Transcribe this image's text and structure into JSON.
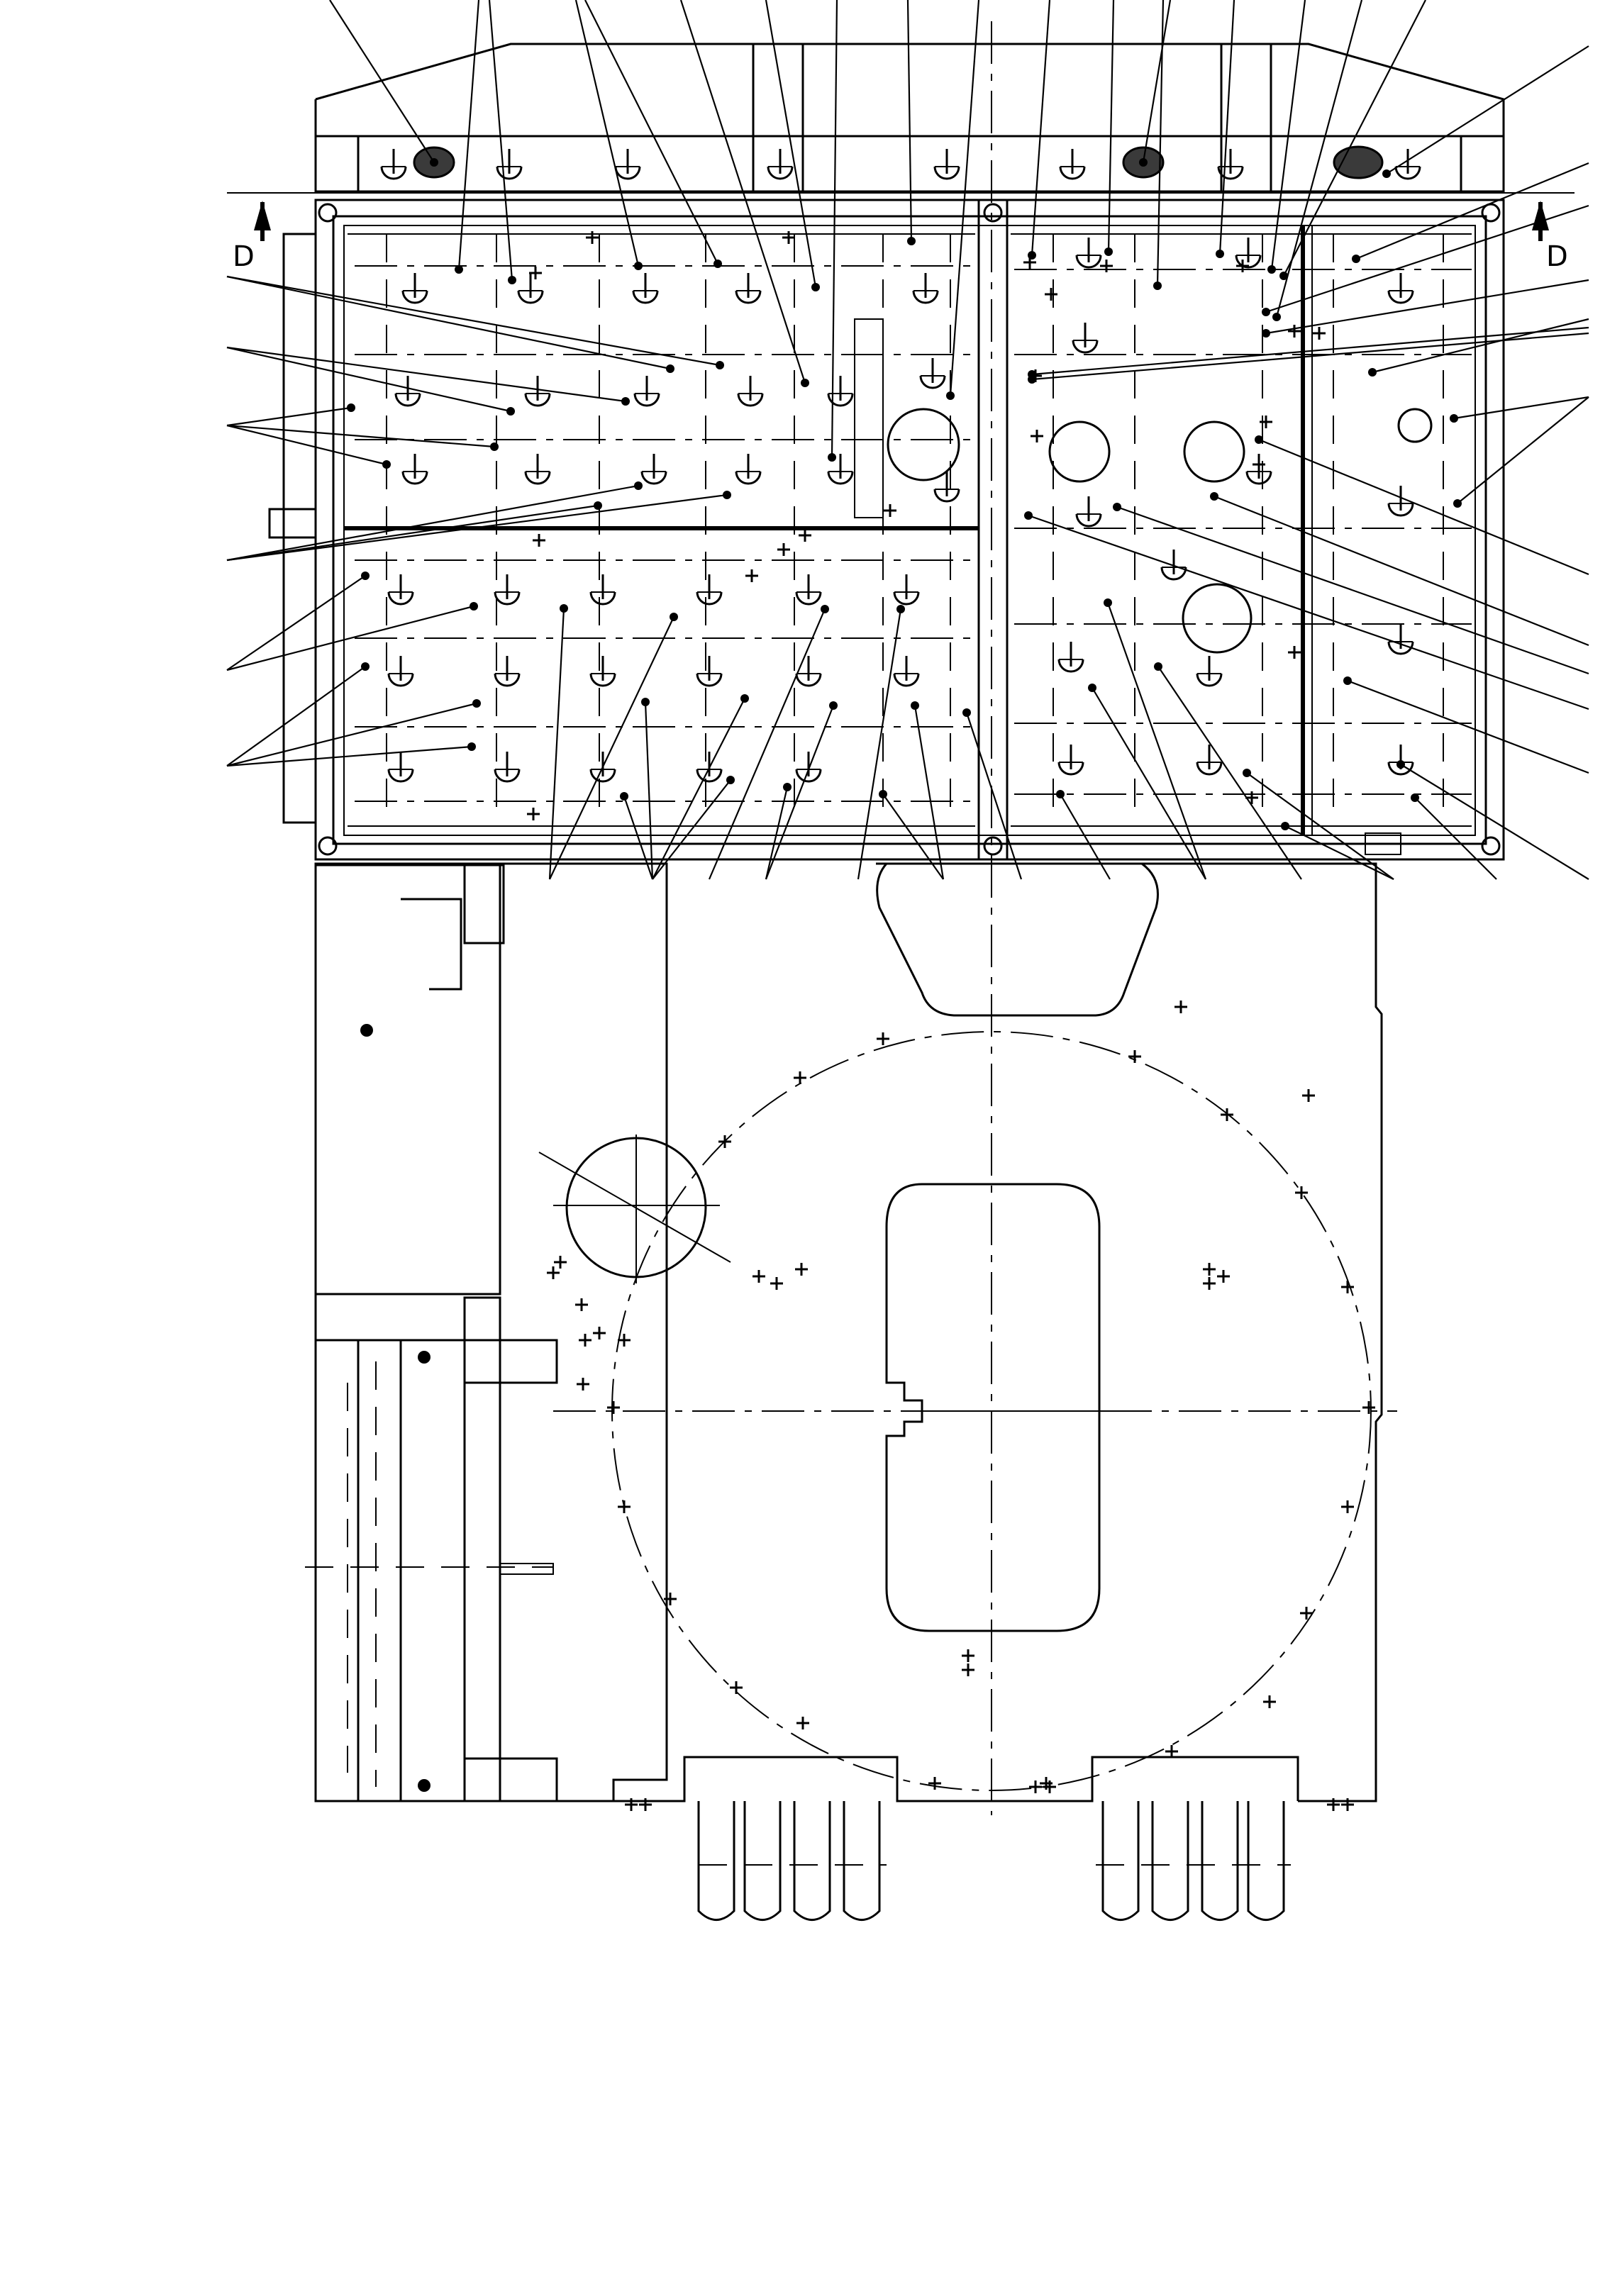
{
  "section_markers": [
    {
      "id": "left",
      "label": "D"
    },
    {
      "id": "right",
      "label": "D"
    }
  ]
}
